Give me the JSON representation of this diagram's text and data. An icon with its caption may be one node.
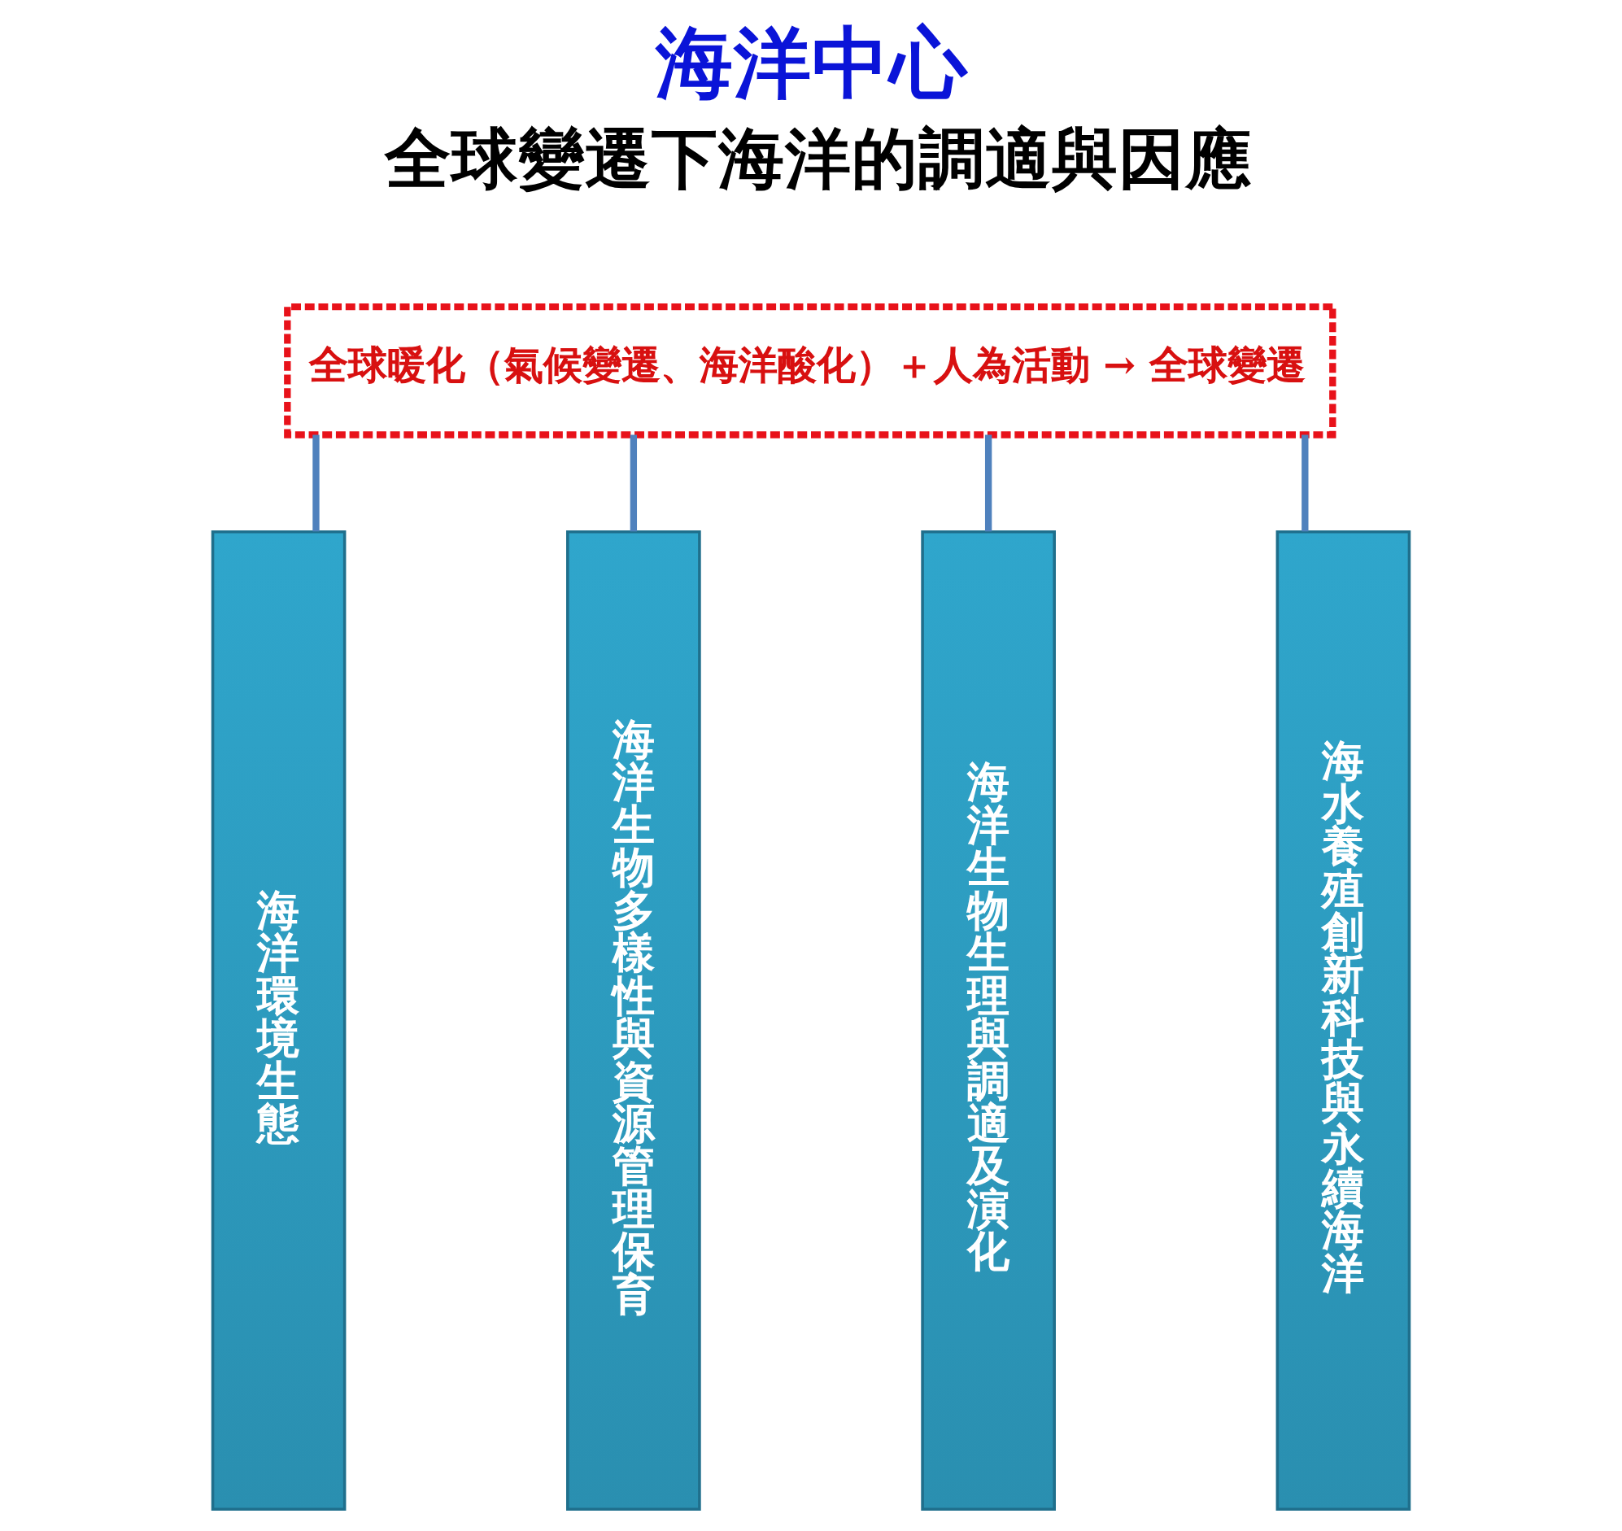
{
  "diagram": {
    "title": "海洋中心",
    "nodes": [
      {
        "text": [
          "全球暖化（氣候變遷、海洋酸化）＋人為活動 → 全球變遷"
        ]
      },
      {
        "text": [
          "海洋環境生態"
        ]
      },
      {
        "text": [
          "海洋生物多樣性與資源管理保育"
        ]
      },
      {
        "text": [
          "海洋生物生理與調適及演化"
        ]
      },
      {
        "text": [
          "海水養殖創新科技與永續海洋"
        ]
      }
    ],
    "edges": [
      {
        "from": 0,
        "to": 1,
        "arrow": "none"
      },
      {
        "from": 0,
        "to": 2,
        "arrow": "none"
      },
      {
        "from": 0,
        "to": 3,
        "arrow": "none"
      },
      {
        "from": 0,
        "to": 4,
        "arrow": "none"
      }
    ],
    "labels": [
      "全球變遷下海洋的調適與因應"
    ]
  }
}
